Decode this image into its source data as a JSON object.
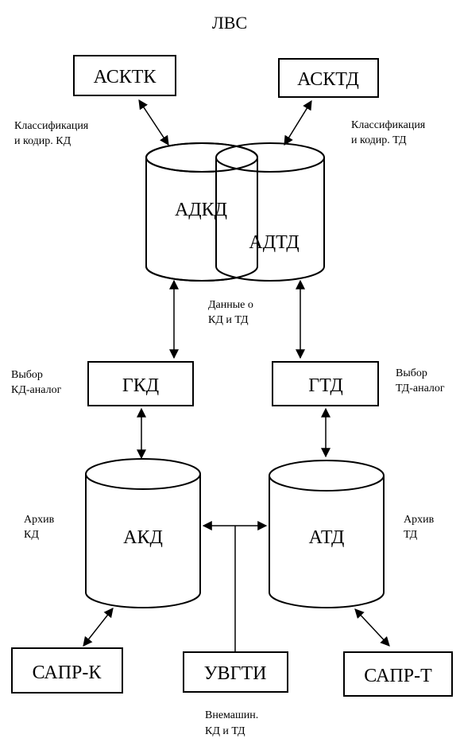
{
  "title": "ЛВС",
  "nodes": {
    "asktk": "АСКТК",
    "asktd": "АСКТД",
    "adkd": "АДКД",
    "adtd": "АДТД",
    "gkd": "ГКД",
    "gtd": "ГТД",
    "akd": "АКД",
    "atd": "АТД",
    "sapr_k": "САПР-К",
    "uvgti": "УВГТИ",
    "sapr_t": "САПР-Т"
  },
  "labels": {
    "class_kd": [
      "Классификация",
      "и кодир. КД"
    ],
    "class_td": [
      "Классификация",
      "и кодир. ТД"
    ],
    "data_kd_td": [
      "Данные о",
      "КД и ТД"
    ],
    "select_kd": [
      "Выбор",
      "КД-аналог"
    ],
    "select_td": [
      "Выбор",
      "ТД-аналог"
    ],
    "archive_kd": [
      "Архив",
      "КД"
    ],
    "archive_td": [
      "Архив",
      "ТД"
    ],
    "offline": [
      "Внемашин.",
      "КД и ТД"
    ]
  }
}
